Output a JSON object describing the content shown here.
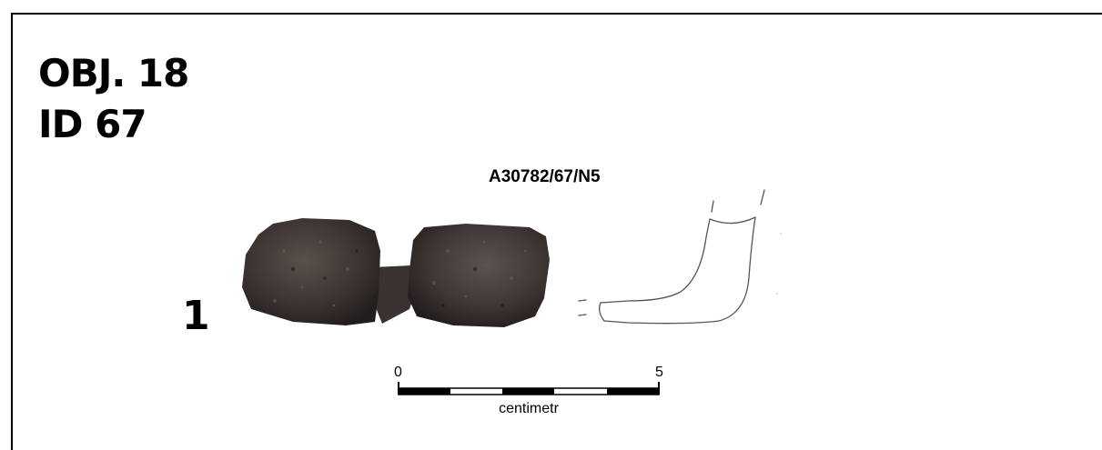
{
  "object_label": "OBJ. 18",
  "id_label": "ID 67",
  "inventory_number": "A30782/67/N5",
  "item_number": "1",
  "scale": {
    "start_label": "0",
    "end_label": "5",
    "unit": "centimetr"
  }
}
